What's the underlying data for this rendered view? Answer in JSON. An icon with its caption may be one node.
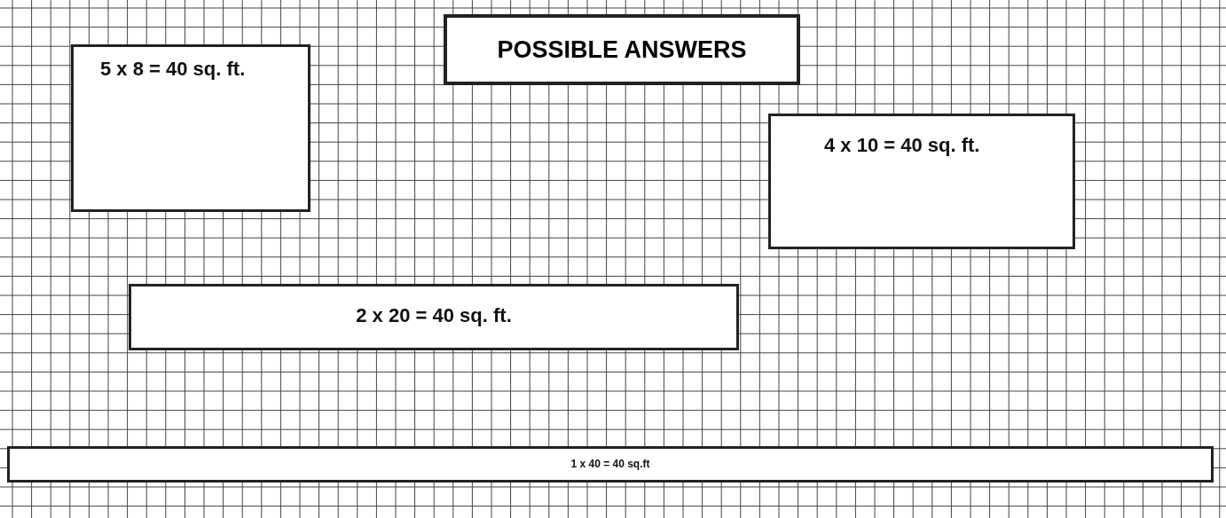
{
  "diagram": {
    "title": "POSSIBLE ANSWERS",
    "nodes": [
      {
        "text": [
          "5 x 8 = 40 sq. ft."
        ]
      },
      {
        "text": [
          "4 x 10 = 40 sq. ft."
        ]
      },
      {
        "text": [
          "2 x 20 = 40 sq. ft."
        ]
      },
      {
        "text": [
          "1 x 40 = 40 sq.ft"
        ]
      }
    ],
    "edges": []
  }
}
